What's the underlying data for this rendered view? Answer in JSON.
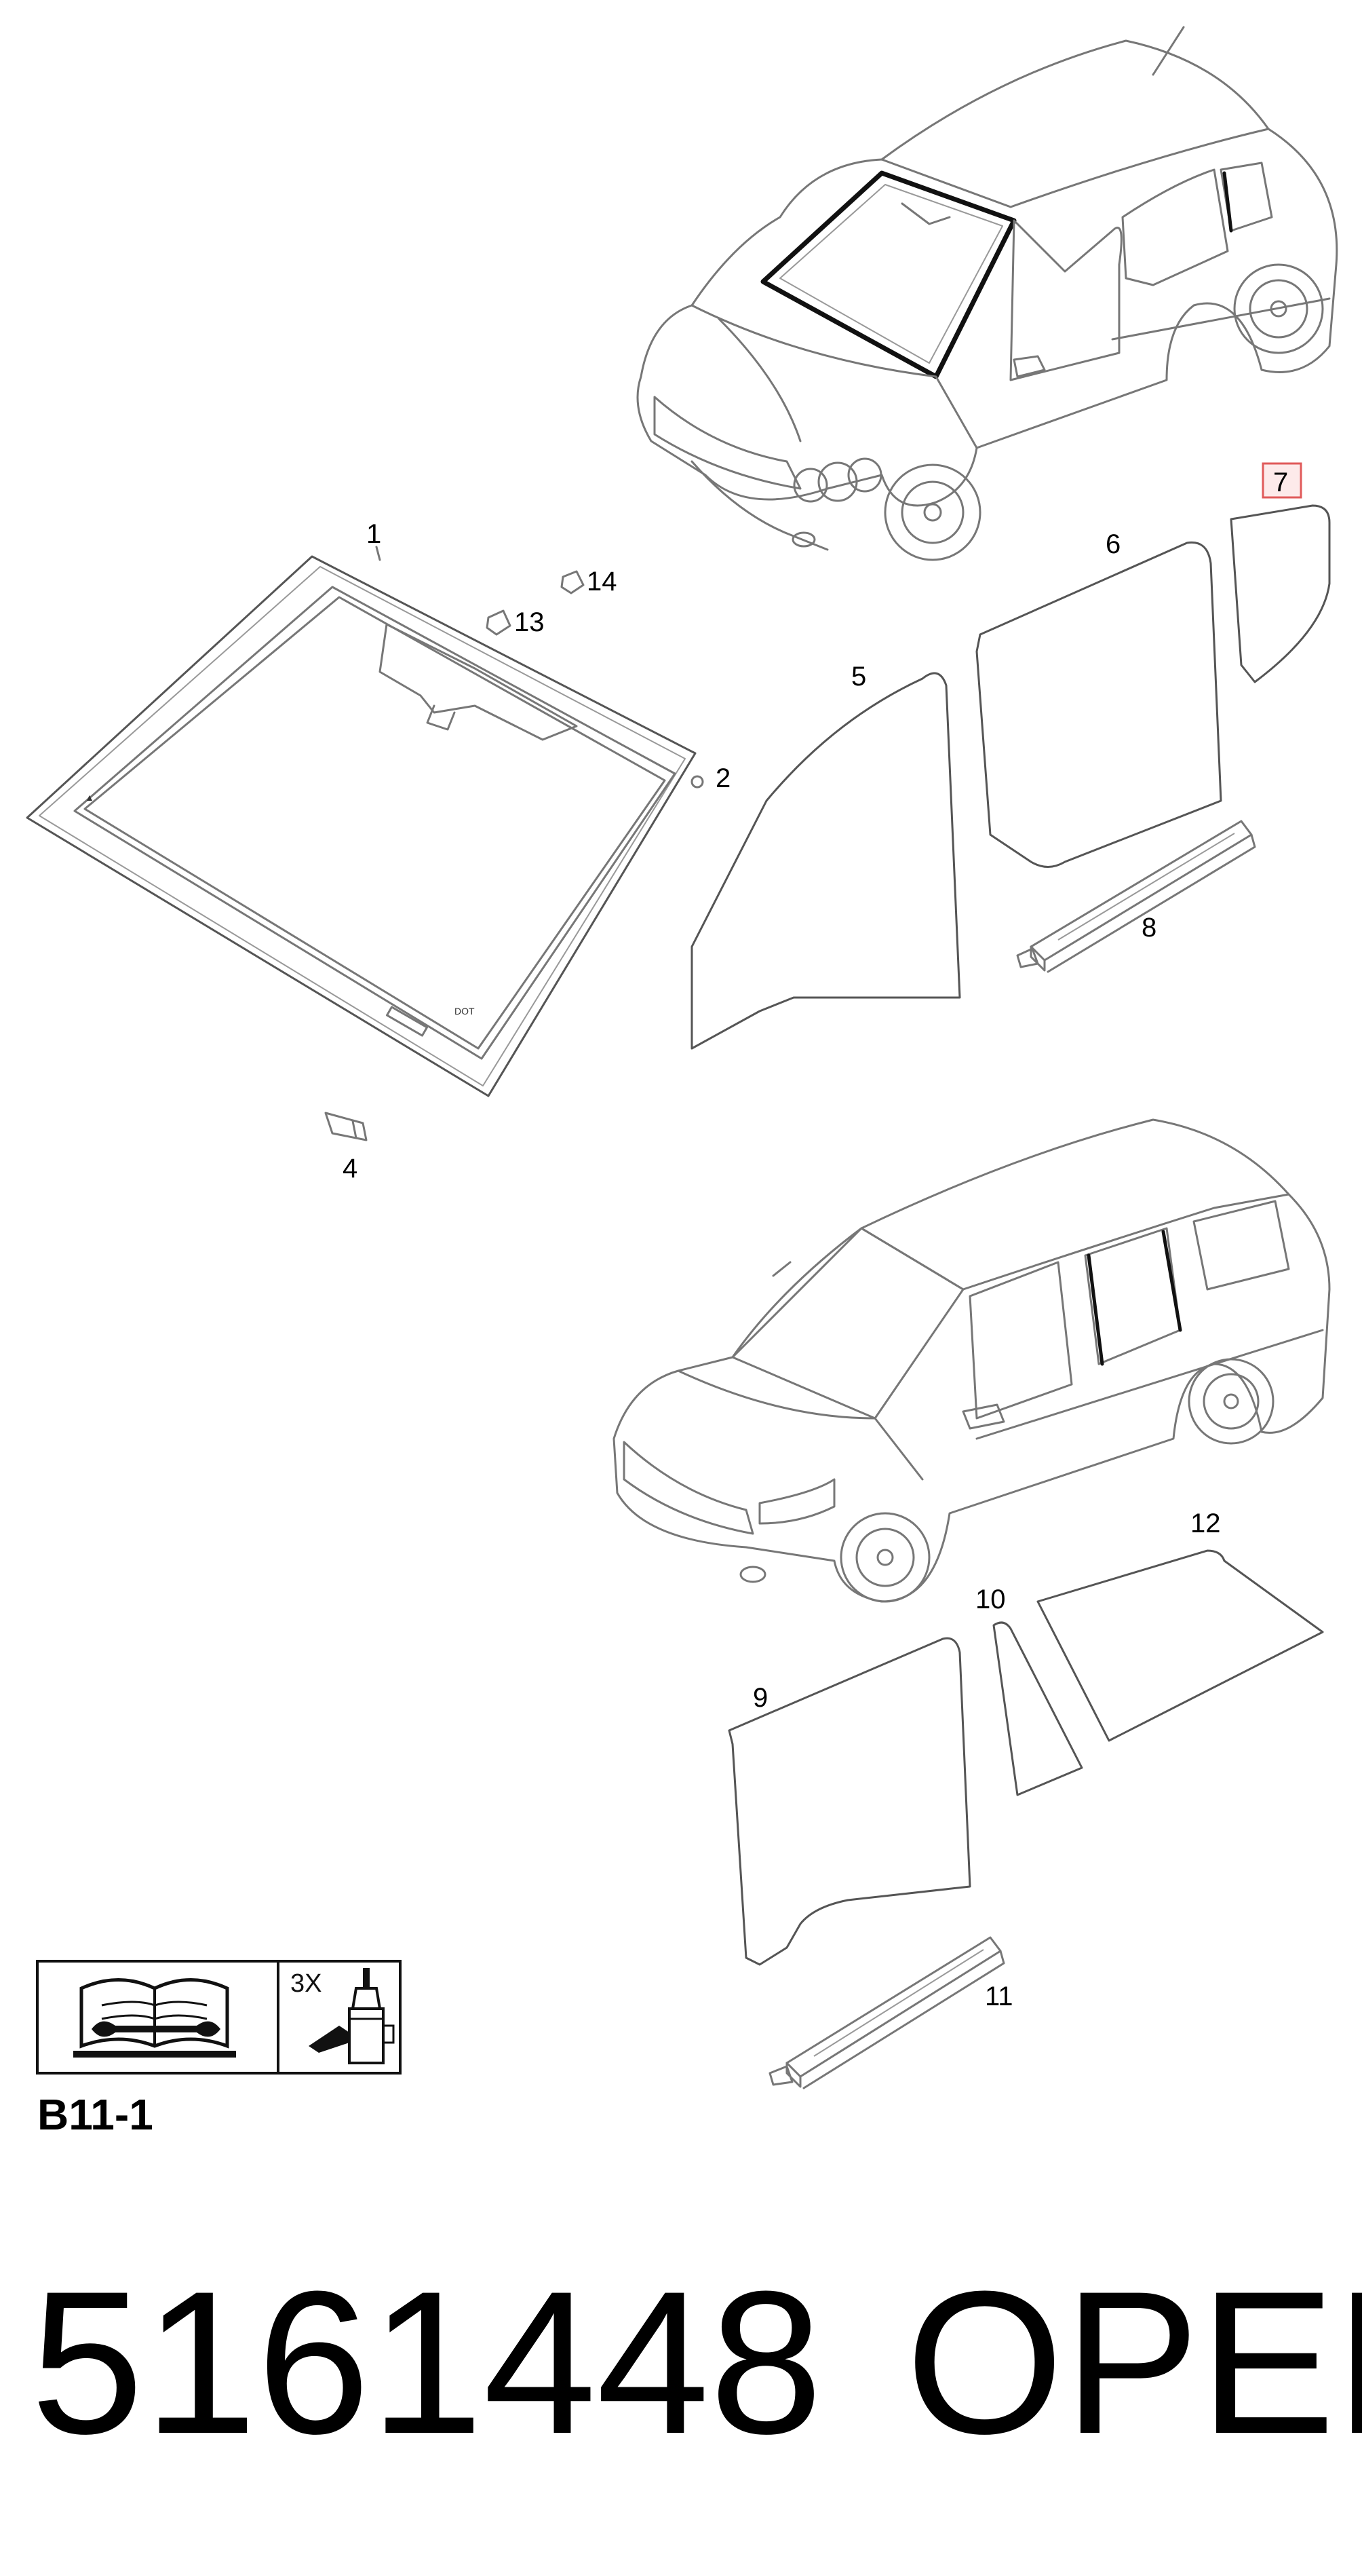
{
  "callouts": {
    "c1": "1",
    "c2": "2",
    "c4": "4",
    "c5": "5",
    "c6": "6",
    "c7": "7",
    "c8": "8",
    "c9": "9",
    "c10": "10",
    "c11": "11",
    "c12": "12",
    "c13": "13",
    "c14": "14"
  },
  "tool_box": {
    "quantity": "3X"
  },
  "section_ref": "B11-1",
  "part_number": "5161448",
  "brand": "OPEL",
  "colors": {
    "highlight": "#e05a5a",
    "ink": "#000000",
    "lines": "#777777"
  }
}
